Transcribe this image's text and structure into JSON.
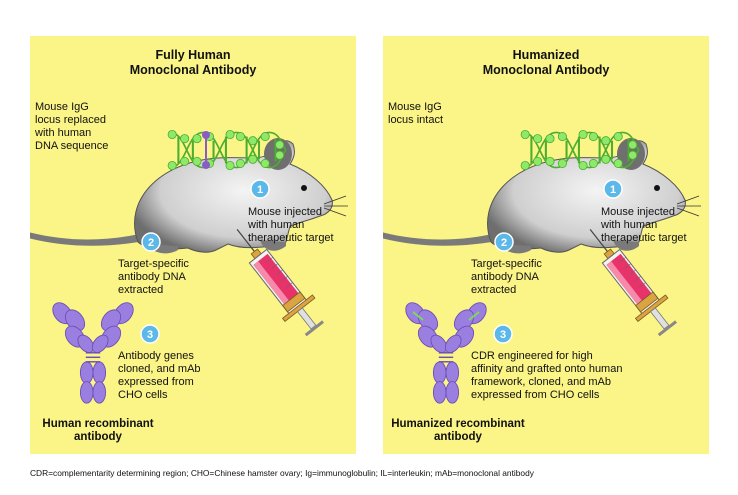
{
  "left_panel": {
    "title": [
      "Fully Human",
      "Monoclonal Antibody"
    ],
    "locus_text": [
      "Mouse IgG",
      "locus replaced",
      "with human",
      "DNA sequence"
    ],
    "step1": {
      "num": "1",
      "text": [
        "Mouse injected",
        "with human",
        "therapeutic target"
      ]
    },
    "step2": {
      "num": "2",
      "text": [
        "Target-specific",
        "antibody DNA",
        "extracted"
      ]
    },
    "step3": {
      "num": "3",
      "text": [
        "Antibody genes",
        "cloned, and mAb",
        "expressed from",
        "CHO cells"
      ]
    },
    "label": [
      "Human recombinant",
      "antibody"
    ]
  },
  "right_panel": {
    "title": [
      "Humanized",
      "Monoclonal Antibody"
    ],
    "locus_text": [
      "Mouse IgG",
      "locus intact"
    ],
    "step1": {
      "num": "1",
      "text": [
        "Mouse injected",
        "with human",
        "therapeutic target"
      ]
    },
    "step2": {
      "num": "2",
      "text": [
        "Target-specific",
        "antibody DNA",
        "extracted"
      ]
    },
    "step3": {
      "num": "3",
      "text": [
        "CDR engineered for high",
        "affinity and grafted onto human",
        "framework, cloned, and mAb",
        "expressed from CHO cells"
      ]
    },
    "label": [
      "Humanized recombinant",
      "antibody"
    ]
  },
  "footnote": "CDR=complementarity determining region; CHO=Chinese hamster ovary; Ig=immunoglobulin; IL=interleukin; mAb=monoclonal antibody",
  "colors": {
    "panel": "#fbf487",
    "mouse": "#8c8c8c",
    "dna": "#7ed957",
    "dna_human": "#8a5cc7",
    "badge": "#5bb8e8",
    "antibody": "#9b7fe0",
    "syringe_fluid": "#e8336a"
  },
  "icons": [
    "mouse-icon",
    "dna-icon",
    "syringe-icon",
    "antibody-icon"
  ]
}
